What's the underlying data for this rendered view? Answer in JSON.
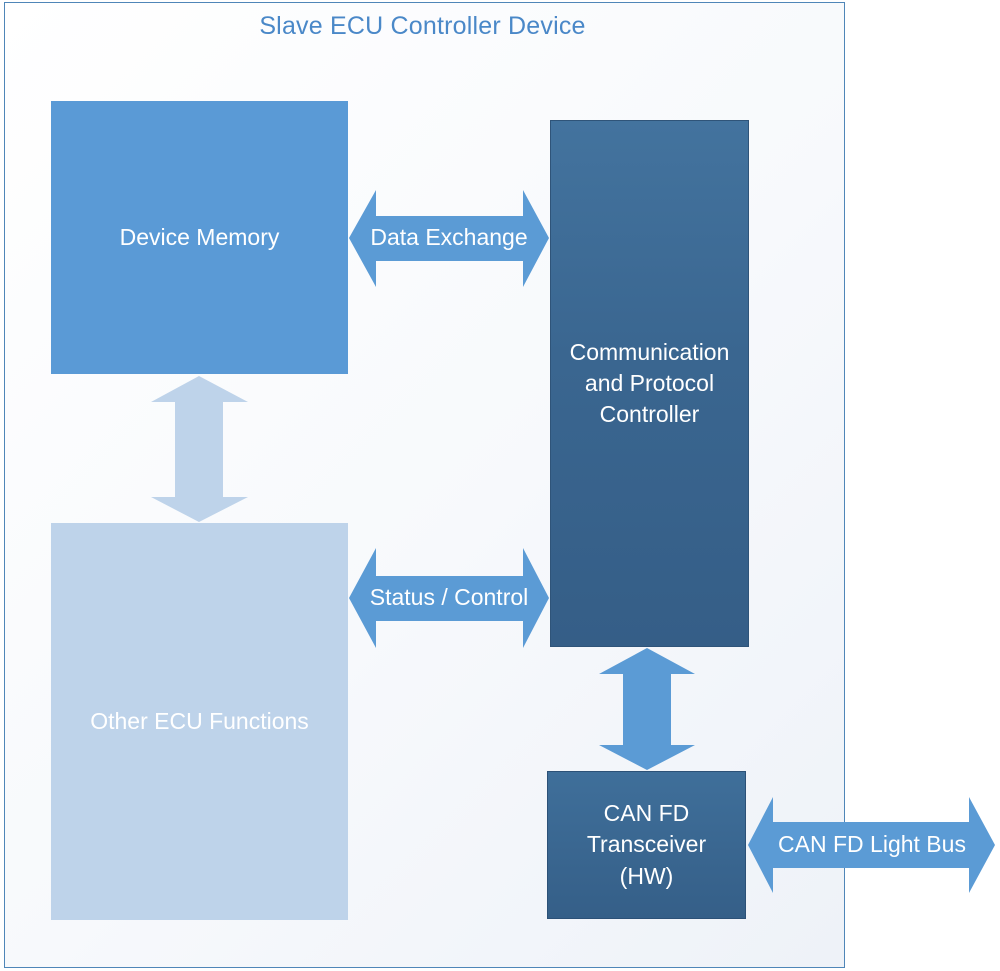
{
  "frame": {
    "title": "Slave ECU Controller Device"
  },
  "blocks": {
    "device_memory": "Device Memory",
    "other_functions": "Other ECU Functions",
    "comm_line1": "Communication",
    "comm_line2": "and Protocol",
    "comm_line3": "Controller",
    "xcv_line1": "CAN FD",
    "xcv_line2": "Transceiver",
    "xcv_line3": "(HW)"
  },
  "arrows": {
    "data_exchange": "Data Exchange",
    "status_control": "Status / Control",
    "can_bus": "CAN FD Light Bus"
  },
  "colors": {
    "memory": "#5a9ad6",
    "other": "#bed3ea",
    "controller": "#3a6690",
    "arrow_blue": "#5b9bd5",
    "arrow_light": "#bed3ea",
    "frame_border": "#4f86b8"
  }
}
